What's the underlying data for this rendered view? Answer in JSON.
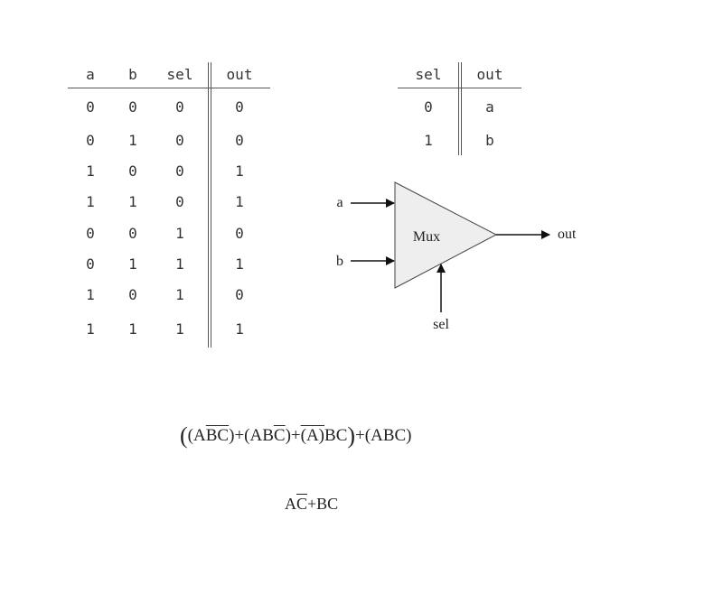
{
  "truth_table": {
    "headers": [
      "a",
      "b",
      "sel",
      "out"
    ],
    "rows": [
      [
        "0",
        "0",
        "0",
        "0"
      ],
      [
        "0",
        "1",
        "0",
        "0"
      ],
      [
        "1",
        "0",
        "0",
        "1"
      ],
      [
        "1",
        "1",
        "0",
        "1"
      ],
      [
        "0",
        "0",
        "1",
        "0"
      ],
      [
        "0",
        "1",
        "1",
        "1"
      ],
      [
        "1",
        "0",
        "1",
        "0"
      ],
      [
        "1",
        "1",
        "1",
        "1"
      ]
    ]
  },
  "select_table": {
    "headers": [
      "sel",
      "out"
    ],
    "rows": [
      [
        "0",
        "a"
      ],
      [
        "1",
        "b"
      ]
    ]
  },
  "mux_diagram": {
    "block_label": "Mux",
    "input_a": "a",
    "input_b": "b",
    "select": "sel",
    "output": "out"
  },
  "formulas": {
    "full": {
      "t1": "A",
      "t2": "B",
      "t3": "C",
      "t4": "AB",
      "t5": "C",
      "t6": "(A)",
      "t7": "BC",
      "t8": "ABC",
      "plus": "+"
    },
    "simplified": {
      "s1": "A",
      "s2": "C",
      "plus": "+",
      "s3": "BC"
    }
  }
}
